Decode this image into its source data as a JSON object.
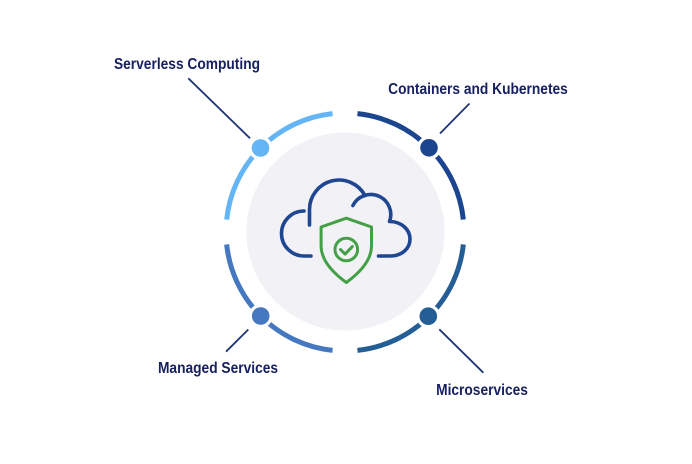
{
  "diagram": {
    "nodes": [
      {
        "label": "Serverless Computing",
        "position": "top-left",
        "color": "#64b5f6"
      },
      {
        "label": "Containers and Kubernetes",
        "position": "top-right",
        "color": "#1c4590"
      },
      {
        "label": "Microservices",
        "position": "bottom-right",
        "color": "#245e95"
      },
      {
        "label": "Managed Services",
        "position": "bottom-left",
        "color": "#4677c1"
      }
    ],
    "center": {
      "icons": [
        "cloud-icon",
        "shield-check-icon"
      ],
      "background_color": "#f1f1f6",
      "cloud_color": "#1f4691",
      "shield_color": "#43a047"
    },
    "colors": {
      "label_text": "#172160",
      "leader_line": "#1e3675",
      "page_background": "#ffffff"
    }
  }
}
